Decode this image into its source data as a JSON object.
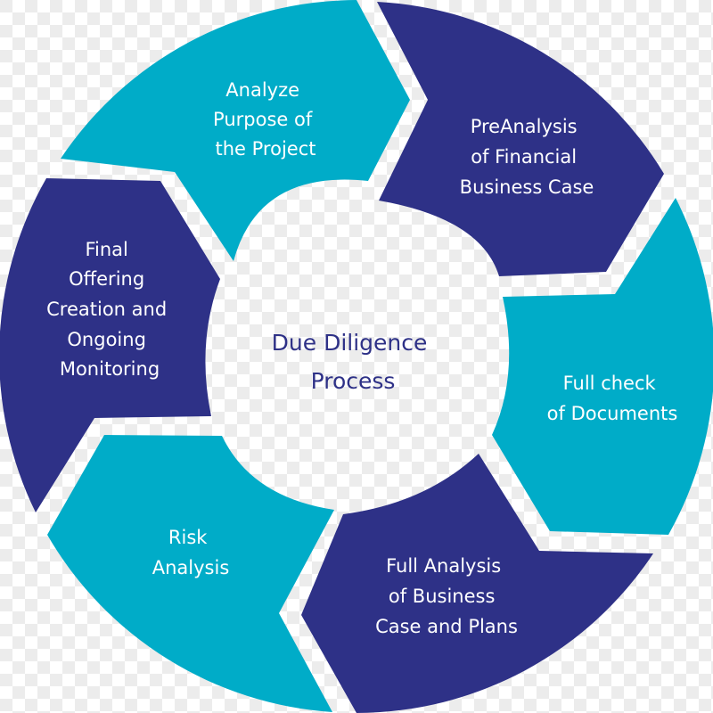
{
  "title": {
    "lines": [
      "Due Diligence",
      "Process"
    ]
  },
  "colors": {
    "cyan": "#00acc8",
    "navy": "#2e3187",
    "checker_light": "#ffffff",
    "checker_dark": "#ececec",
    "title_text": "#2e3187",
    "label_text": "#ffffff"
  },
  "steps": [
    {
      "name": "analyze-purpose",
      "color": "cyan",
      "lines": [
        "Analyze",
        "Purpose of",
        "the Project"
      ]
    },
    {
      "name": "preanalysis-financial",
      "color": "navy",
      "lines": [
        "PreAnalysis",
        "of Financial",
        "Business Case"
      ]
    },
    {
      "name": "full-check-documents",
      "color": "cyan",
      "lines": [
        "Full check",
        "of Documents"
      ]
    },
    {
      "name": "full-analysis-business",
      "color": "navy",
      "lines": [
        "Full Analysis",
        "of Business",
        "Case and Plans"
      ]
    },
    {
      "name": "risk-analysis",
      "color": "cyan",
      "lines": [
        "Risk",
        "Analysis"
      ]
    },
    {
      "name": "final-offering",
      "color": "navy",
      "lines": [
        "Final",
        "Offering",
        "Creation and",
        "Ongoing",
        "Monitoring"
      ]
    }
  ]
}
